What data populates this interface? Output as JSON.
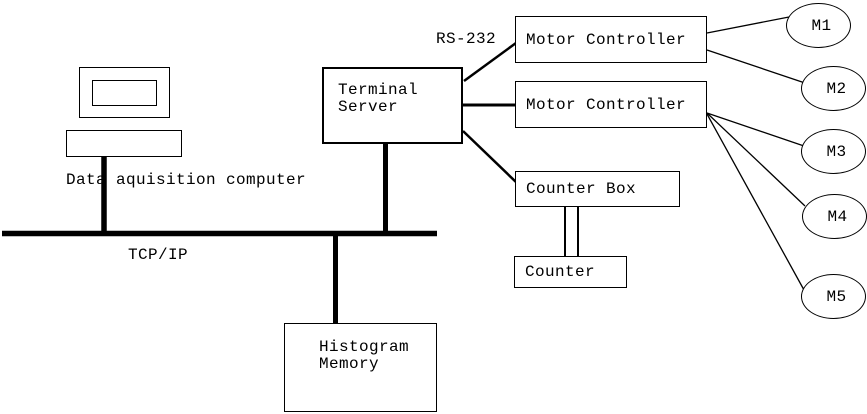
{
  "page": {
    "background": "#ffffff",
    "line_color": "#000000"
  },
  "nodes": {
    "computer_label": "Data aquisition computer",
    "bus_label": "TCP/IP",
    "serial_link_label": "RS-232",
    "terminal_server": {
      "line1": "Terminal",
      "line2": "Server"
    },
    "motor_controller_1": "Motor Controller",
    "motor_controller_2": "Motor Controller",
    "counter_box": "Counter Box",
    "counter": "Counter",
    "histogram_memory": {
      "line1": "Histogram",
      "line2": "Memory"
    },
    "motors": [
      "M1",
      "M2",
      "M3",
      "M4",
      "M5"
    ]
  }
}
